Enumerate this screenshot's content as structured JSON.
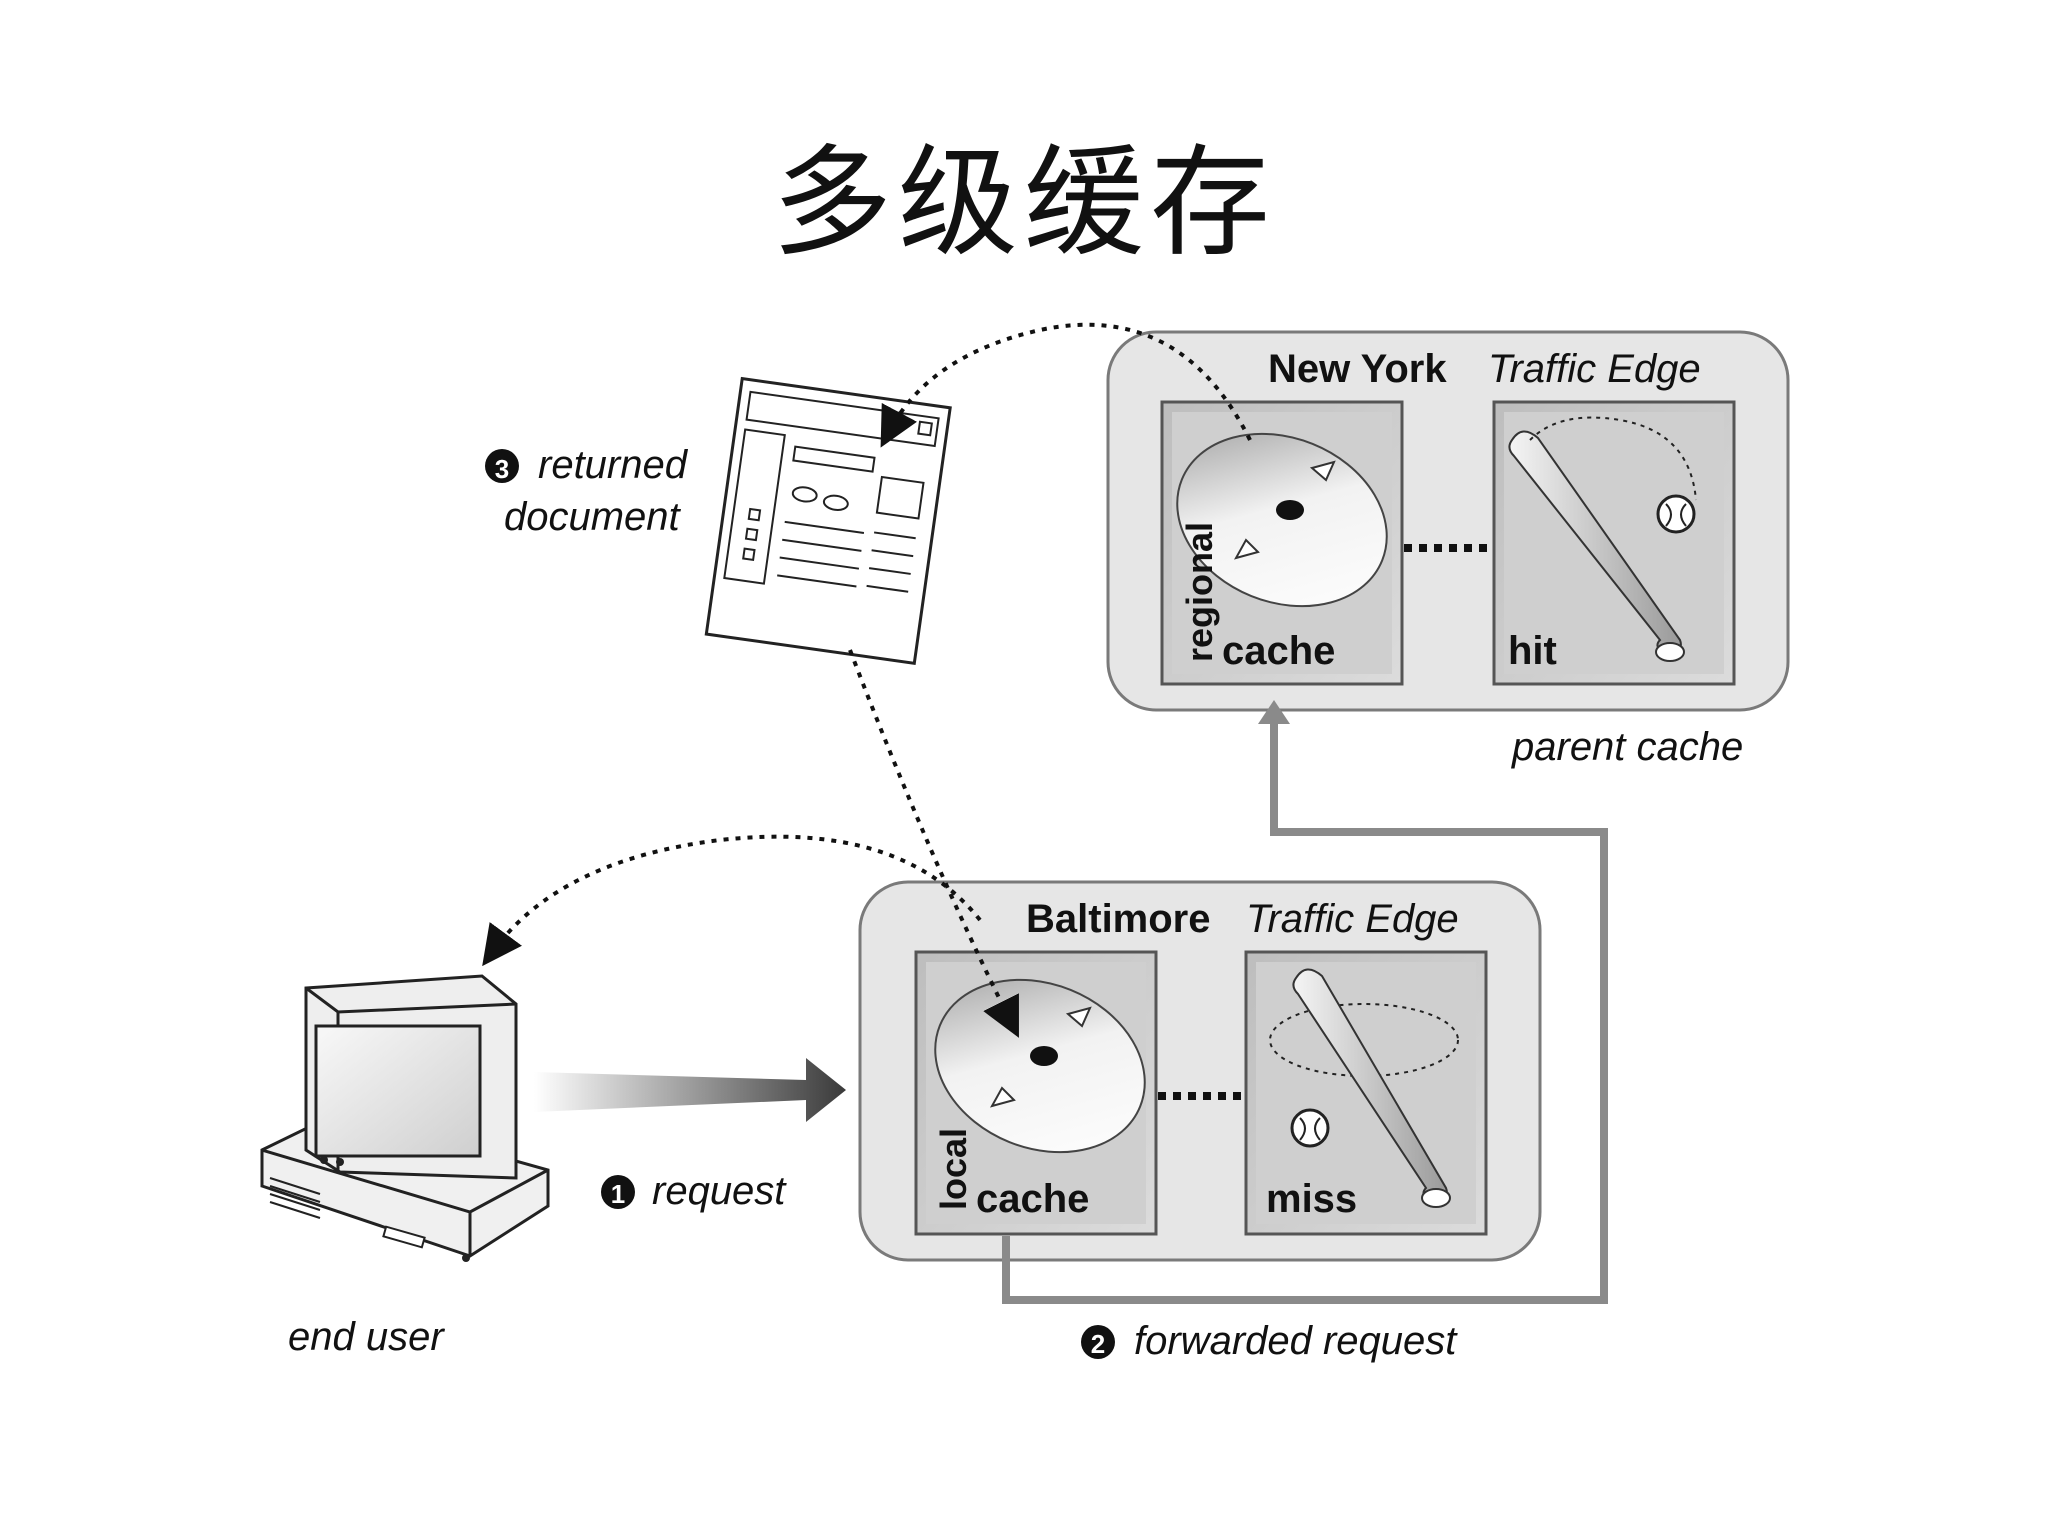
{
  "title": "多级缓存",
  "parent_node": {
    "location": "New York",
    "product": "Traffic Edge",
    "caption": "parent cache",
    "left_panel": {
      "vertical_label": "regional",
      "label": "cache"
    },
    "right_panel": {
      "label": "hit"
    }
  },
  "local_node": {
    "location": "Baltimore",
    "product": "Traffic Edge",
    "left_panel": {
      "vertical_label": "local",
      "label": "cache"
    },
    "right_panel": {
      "label": "miss"
    }
  },
  "steps": [
    {
      "number": "1",
      "text": "request"
    },
    {
      "number": "2",
      "text": "forwarded request"
    },
    {
      "number": "3",
      "line1": "returned",
      "line2": "document"
    }
  ],
  "end_user_label": "end user",
  "colors": {
    "panel_bg": "#d2d2d2",
    "container_bg": "#e6e6e6",
    "outline": "#7a7a7a",
    "path": "#8a8a8a",
    "ink": "#111111"
  }
}
